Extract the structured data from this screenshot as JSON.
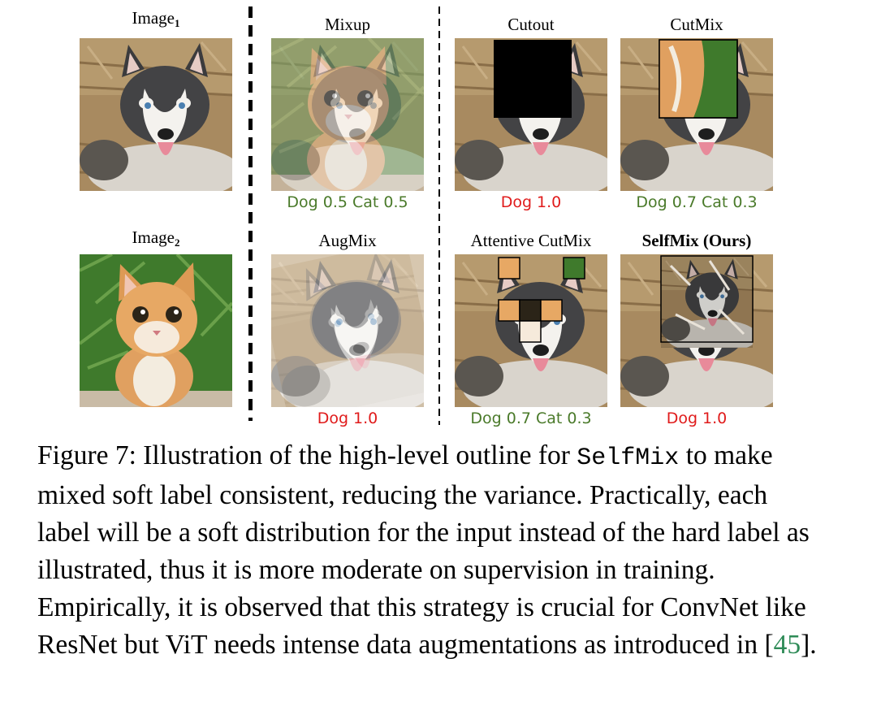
{
  "colors": {
    "green": "#4a7a2a",
    "red": "#e01b1b",
    "ref_green": "#2e8b57"
  },
  "panels": {
    "image1": {
      "title": "Image",
      "sub": "1"
    },
    "image2": {
      "title": "Image",
      "sub": "2"
    },
    "mixup": {
      "title": "Mixup",
      "label": "Dog 0.5 Cat 0.5"
    },
    "cutout": {
      "title": "Cutout",
      "label": "Dog 1.0"
    },
    "cutmix": {
      "title": "CutMix",
      "label": "Dog 0.7 Cat 0.3"
    },
    "augmix": {
      "title": "AugMix",
      "label": "Dog 1.0"
    },
    "attentive": {
      "title": "Attentive CutMix",
      "label": "Dog 0.7 Cat 0.3"
    },
    "selfmix": {
      "title": "SelfMix (Ours)",
      "label": "Dog 1.0"
    }
  },
  "caption": {
    "t1": "Figure 7: Illustration of the high-level outline for ",
    "method": "SelfMix",
    "t2": " to make mixed soft label consistent, reducing the variance. Practically, each label will be a soft distribution for the input instead of the hard label as illustrated, thus it is more moderate on supervision in training. Empirically, it is observed that this strategy is crucial for ConvNet like ResNet but ViT needs intense data augmentations as introduced in [",
    "ref": "45",
    "t3": "]."
  }
}
